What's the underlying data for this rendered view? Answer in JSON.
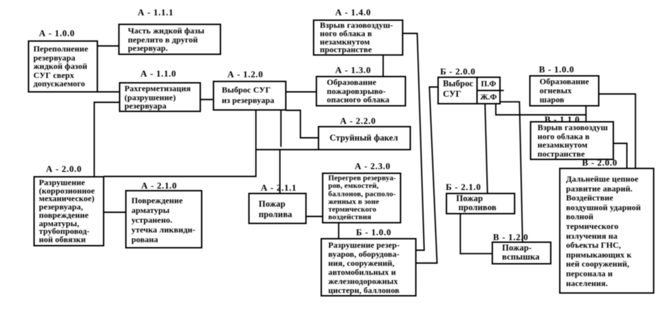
{
  "colors": {
    "ink": "#000000",
    "background": "#ffffff"
  },
  "nodes": {
    "a100": {
      "code": "А - 1.0.0",
      "text": "Переполнение\nрезервуара\nжидкой фазой\nСУГ сверх\nдопускаемого"
    },
    "a111": {
      "code": "А - 1.1.1",
      "text": "Часть жидкой фазы\nперелито в другой\nрезервуар."
    },
    "a110": {
      "code": "А - 1.1.0",
      "text": "Рахгерметизация\n(разрушение)\nрезервуара"
    },
    "a120": {
      "code": "А - 1.2.0",
      "text": "Выброс СУГ\nиз резервуара"
    },
    "a140": {
      "code": "А - 1.4.0",
      "text": "Взрыв газовоздуш-\nного облака в\nнезамкнутом\nпространстве"
    },
    "a130": {
      "code": "А - 1.3.0",
      "text": "Образование\nпожаровзрыво-\nопасного облака"
    },
    "a220": {
      "code": "А - 2.2.0",
      "text": "Струйный факел"
    },
    "b200": {
      "code": "Б - 2.0.0",
      "text": "Выброс\nСУГ",
      "cell_top": "П.Ф",
      "cell_bottom": "Ж.Ф"
    },
    "v100": {
      "code": "В - 1.0.0",
      "text": "Образование\nогневых\nшаров"
    },
    "v110": {
      "code": "В - 1.1.0",
      "text": "Взрыв газовоздуш\nного облака в\nнезамкнутом\nпостранстве"
    },
    "v200": {
      "code": "В - 2.0.0",
      "text": "Дальнейше цепное\nразвитие аварий.\nВоздействие\nвоздушной ударной\nволной\nтермического\nизлучения на\nобъекты ГНС,\nпримыкающих к\nней сооружений,\nперсонала и\nнаселения."
    },
    "a200": {
      "code": "А - 2.0.0",
      "text": "Разрушение\n(коррозионное\nмеханическое)\nрезервуара,\nповреждение\nарматуры,\nтрубопровод-\nной обвязки"
    },
    "a210": {
      "code": "А - 2.1.0",
      "text": "Повреждение\nарматуры\nустранено.\nутечка ликвиди-\nрована"
    },
    "a211": {
      "code": "А - 2.1.1",
      "text": "Пожар\nпролива"
    },
    "a230": {
      "code": "А - 2.3.0",
      "text": "Перегрев резервуа-\nров, емкостей,\nбаллонов, располо-\nженных в зоне\nтермического\nвоздействия"
    },
    "b100": {
      "code": "Б - 1.0.0",
      "text": "Разрушение резер-\nвуаров, оборудова-\nния, сооружений,\nавтомобильных и\nжелезнодорожных\nцистерн, баллонов"
    },
    "b210": {
      "code": "Б - 2.1.0",
      "text": "Пожар\n проливов"
    },
    "v120": {
      "code": "В - 1.2.0",
      "text": "Пожар-\nвспышка"
    }
  },
  "edges": [
    {
      "from": "А - 1.0.0",
      "to": "А - 1.1.1"
    },
    {
      "from": "А - 1.0.0",
      "to": "А - 1.1.0"
    },
    {
      "from": "А - 1.1.0",
      "to": "А - 2.0.0"
    },
    {
      "from": "А - 1.1.0",
      "to": "А - 1.2.0"
    },
    {
      "from": "А - 2.0.0",
      "to": "А - 1.2.0"
    },
    {
      "from": "А - 2.0.0",
      "to": "А - 2.1.0"
    },
    {
      "from": "А - 1.2.0",
      "to": "А - 1.3.0"
    },
    {
      "from": "А - 1.2.0",
      "to": "А - 2.2.0"
    },
    {
      "from": "А - 1.2.0",
      "to": "А - 2.1.1"
    },
    {
      "from": "А - 1.4.0",
      "to": "А - 1.3.0"
    },
    {
      "from": "А - 1.4.0",
      "to": "Б - 1.0.0"
    },
    {
      "from": "Б - 2.0.0",
      "to": "Б - 1.0.0"
    },
    {
      "from": "Б - 2.0.0",
      "to": "Б - 2.1.0"
    },
    {
      "from": "Б - 2.0.0",
      "to": "В - 1.2.0"
    },
    {
      "from": "Б - 2.0.0",
      "to": "В - 1.1.0"
    },
    {
      "from": "А - 2.1.1",
      "to": "А - 2.3.0"
    },
    {
      "from": "А - 2.3.0",
      "to": "Б - 1.0.0"
    },
    {
      "from": "Б - 2.1.0",
      "to": "В - 1.2.0"
    },
    {
      "from": "В - 1.0.0",
      "to": "В - 1.1.0"
    },
    {
      "from": "В - 1.0.0",
      "to": "В - 2.0.0"
    },
    {
      "from": "В - 1.1.0",
      "to": "В - 2.0.0"
    }
  ]
}
